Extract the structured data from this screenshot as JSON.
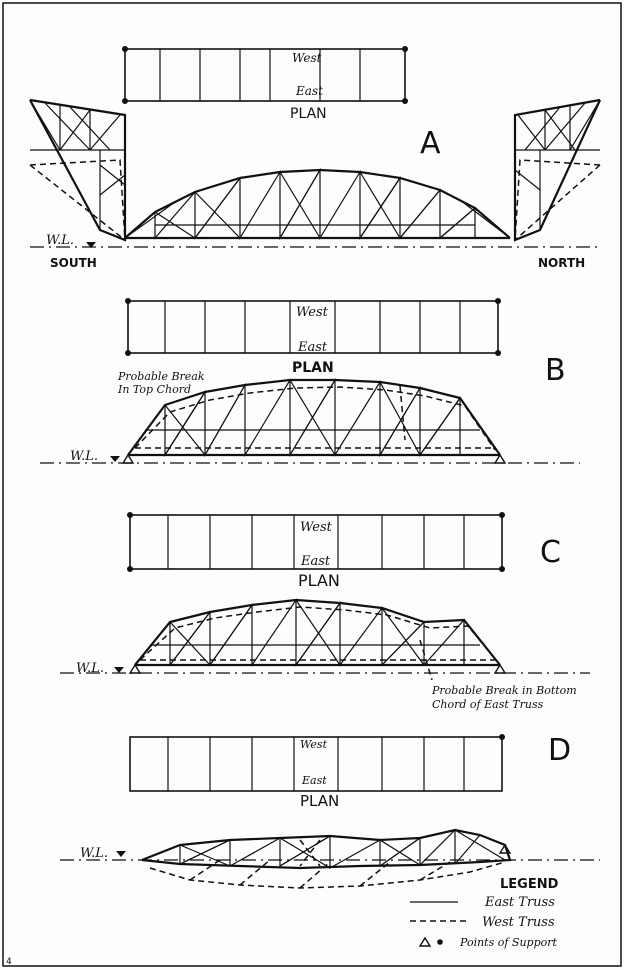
{
  "panels": [
    {
      "letter": "A",
      "west": "West",
      "east": "East",
      "plan": "PLAN"
    },
    {
      "letter": "B",
      "west": "West",
      "east": "East",
      "plan": "PLAN"
    },
    {
      "letter": "C",
      "west": "West",
      "east": "East",
      "plan": "PLAN"
    },
    {
      "letter": "D",
      "west": "West",
      "east": "East",
      "plan": "PLAN"
    }
  ],
  "labels": {
    "wl": "W.L.",
    "south": "SOUTH",
    "north": "NORTH",
    "break_top_1": "Probable Break",
    "break_top_2": "In Top Chord",
    "break_bottom_1": "Probable Break in Bottom",
    "break_bottom_2": "Chord of East Truss",
    "page_number": "4"
  },
  "legend": {
    "title": "LEGEND",
    "east": "East Truss",
    "west": "West Truss",
    "support": "Points of Support"
  }
}
